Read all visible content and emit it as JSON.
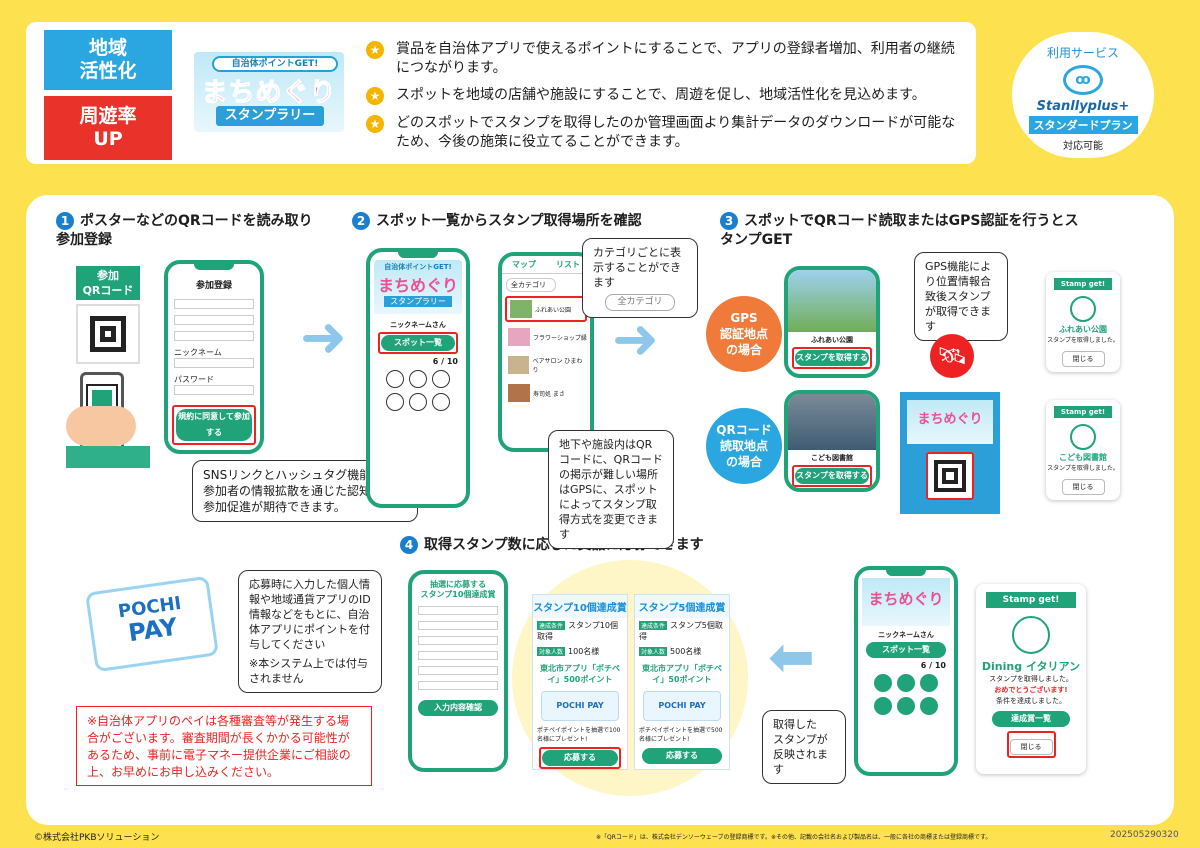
{
  "banner": {
    "tag1": "地域\n活性化",
    "tag1a": "地域",
    "tag1b": "活性化",
    "tag2a": "周遊率",
    "tag2b": "UP",
    "logo": {
      "top": "自治体ポイントGET!",
      "main": "まちめぐり",
      "sub": "スタンプラリー"
    },
    "features": [
      "賞品を自治体アプリで使えるポイントにすることで、アプリの登録者増加、利用者の継続につながります。",
      "スポットを地域の店舗や施設にすることで、周遊を促し、地域活性化を見込めます。",
      "どのスポットでスタンプを取得したのか管理画面より集計データのダウンロードが可能なため、今後の施策に役立てることができます。"
    ],
    "service": {
      "l1": "利用サービス",
      "l2": "Stanllyplus+",
      "l3": "スタンダードプラン",
      "l4": "対応可能"
    }
  },
  "steps": {
    "s1": "ポスターなどのQRコードを読み取り参加登録",
    "s2": "スポット一覧からスタンプ取得場所を確認",
    "s3": "スポットでQRコード読取またはGPS認証を行うとスタンプGET",
    "s4": "取得スタンプ数に応じた賞品に応募できます"
  },
  "step1": {
    "qr_label": "参加\nQRコード",
    "qr_label_a": "参加",
    "qr_label_b": "QRコード",
    "form_title": "参加登録",
    "fields": [
      "ニックネーム",
      "パスワード"
    ],
    "submit": "規約に同意して参加する",
    "bubble": "SNSリンクとハッシュタグ機能にて、参加者の情報拡散を通じた認知向上・参加促進が期待できます。"
  },
  "step2": {
    "nickname": "ニックネームさん",
    "spot_list": "スポット一覧",
    "count": "6 / 10",
    "map_tab": "マップ",
    "list_tab": "リスト",
    "category": "全カテゴリ",
    "spots": [
      "ふれあい公園",
      "フラワーショップ縁",
      "ベアサロン ひまわり",
      "寿司処 まさ"
    ],
    "bubble_top": "カテゴリごとに表示することができます",
    "bubble_bottom": "地下や施設内はQRコードに、QRコードの掲示が難しい場所はGPSに、スポットによってスタンプ取得方式を変更できます"
  },
  "step3": {
    "gps_label": "GPS\n認証地点\nの場合",
    "gps_l": [
      "GPS",
      "認証地点",
      "の場合"
    ],
    "qr_l": [
      "QRコード",
      "読取地点",
      "の場合"
    ],
    "gps_bubble": "GPS機能により位置情報合致後スタンプが取得できます",
    "park": "ふれあい公園",
    "library": "こども図書館",
    "get_btn": "スタンプを取得する",
    "stamp_get": "Stamp get!",
    "acquired": "スタンプを取得しました。",
    "close": "閉じる"
  },
  "step4": {
    "pochi_bubble": "応募時に入力した個人情報や地域通貨アプリのID情報などをもとに、自治体アプリにポイントを付与してください",
    "pochi_note": "※本システム上では付与されません",
    "form_title": "抽選に応募する\nスタンプ10個達成賞",
    "form_title_a": "抽選に応募する",
    "form_title_b": "スタンプ10個達成賞",
    "form_submit": "入力内容確認",
    "prizes": [
      {
        "title": "スタンプ10個達成賞",
        "cond": "スタンプ10個取得",
        "count": "100名様",
        "name": "東北市アプリ「ポチペイ」500ポイント",
        "desc": "ポチペイポイントを抽選で100名様にプレゼント!",
        "btn": "応募する"
      },
      {
        "title": "スタンプ5個達成賞",
        "cond": "スタンプ5個取得",
        "count": "500名様",
        "name": "東北市アプリ「ポチペイ」50ポイント",
        "desc": "ポチペイポイントを抽選で500名様にプレゼント!",
        "btn": "応募する"
      }
    ],
    "reflect": "取得した\nスタンプが\n反映されます",
    "reflect_l": [
      "取得した",
      "スタンプが",
      "反映されます"
    ],
    "dining": "Dining イタリアン",
    "congrats": "おめでとうございます!",
    "cond_done": "条件を達成しました。",
    "spot_list": "達成賞一覧",
    "close": "閉じる",
    "note": "※自治体アプリのペイは各種審査等が発生する場合がございます。審査期間が長くかかる可能性があるため、事前に電子マネー提供企業にご相談の上、お早めにお申し込みください。"
  },
  "footer": {
    "copyright": "©株式会社PKBソリューション",
    "trademark": "※「QRコード」は、株式会社デンソーウェーブの登録商標です。※その他、記載の会社名および製品名は、一般に各社の商標または登録商標です。",
    "code": "202505290320"
  },
  "colors": {
    "bg": "#fde14e",
    "blue": "#2aa7e1",
    "red": "#e8322a",
    "green": "#21a37a",
    "orange": "#f07a3a"
  }
}
